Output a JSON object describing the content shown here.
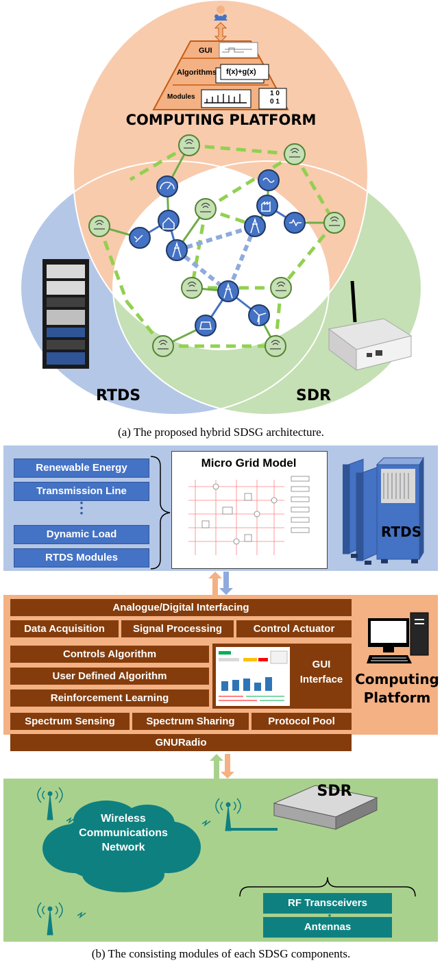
{
  "part_a": {
    "pyramid": {
      "gui_label": "GUI",
      "algorithms_label": "Algorithms",
      "formula": "f(x)+g(x)",
      "modules_label": "Modules",
      "matrix": [
        "1",
        "0",
        "0",
        "1"
      ]
    },
    "computing_platform_title": "COMPUTING PLATFORM",
    "rtds_label": "RTDS",
    "sdr_label": "SDR",
    "caption": "(a) The proposed hybrid SDSG architecture.",
    "colors": {
      "computing": "#f8cbad",
      "rtds": "#b4c7e7",
      "sdr": "#c5e0b4",
      "grid_link": "#92d050",
      "comm_link": "#70ad47",
      "power_link": "#8faadc",
      "node": "#4472c4"
    }
  },
  "part_b": {
    "rtds_panel": {
      "modules": [
        "Renewable Energy",
        "Transmission Line",
        "Dynamic Load",
        "RTDS Modules"
      ],
      "ellipsis": "⋮",
      "model_title": "Micro Grid Model",
      "rtds_label": "RTDS"
    },
    "computing_panel": {
      "interfacing": "Analogue/Digital Interfacing",
      "row2": [
        "Data Acquisition",
        "Signal Processing",
        "Control Actuator"
      ],
      "algorithms": [
        "Controls Algorithm",
        "User Defined Algorithm",
        "Reinforcement Learning"
      ],
      "gui_label_1": "GUI",
      "gui_label_2": "Interface",
      "row_spectrum": [
        "Spectrum Sensing",
        "Spectrum Sharing",
        "Protocol Pool"
      ],
      "gnuradio": "GNURadio",
      "platform_label_1": "Computing",
      "platform_label_2": "Platform"
    },
    "sdr_panel": {
      "network_label": [
        "Wireless",
        "Communications",
        "Network"
      ],
      "sdr_label": "SDR",
      "rf": "RF Transceivers",
      "ellipsis": "⋮",
      "antennas": "Antennas"
    },
    "caption": "(b) The consisting modules of each SDSG components.",
    "colors": {
      "rtds_bg": "#b4c7e7",
      "computing_bg": "#f4b183",
      "sdr_bg": "#a9d18e",
      "blue_box": "#4472c4",
      "brown_box": "#843c0c",
      "teal_box": "#0f8080"
    }
  }
}
